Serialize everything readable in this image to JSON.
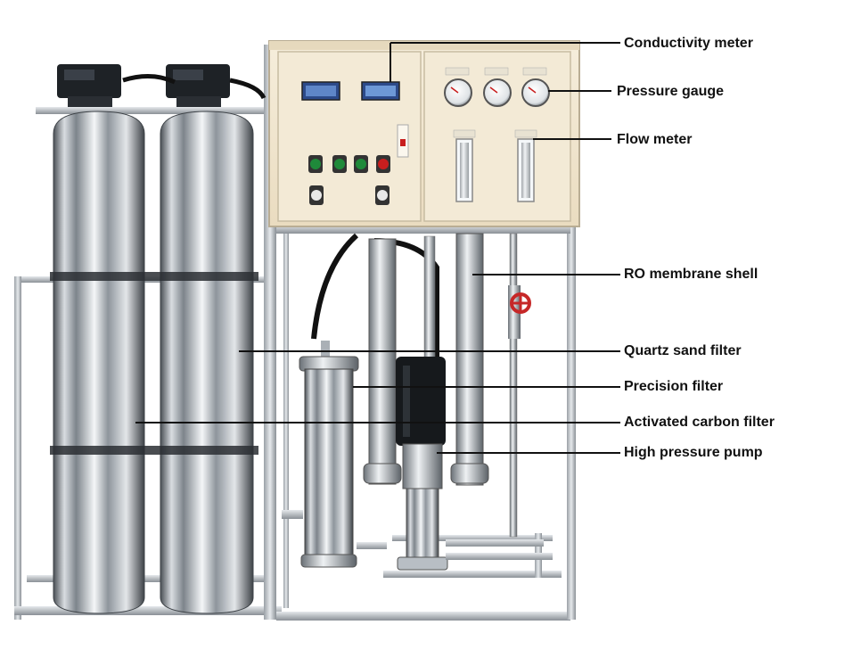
{
  "labels": {
    "conductivity_meter": "Conductivity meter",
    "pressure_gauge": "Pressure gauge",
    "flow_meter": "Flow meter",
    "ro_membrane_shell": "RO membrane shell",
    "quartz_sand_filter": "Quartz sand filter",
    "precision_filter": "Precision filter",
    "activated_carbon_filter": "Activated carbon filter",
    "high_pressure_pump": "High pressure pump"
  },
  "colors": {
    "cabinet": "#f1e6cf",
    "steel": "#bfc4c8",
    "button_green": "#1f8a3a",
    "button_red": "#c81e1e",
    "valve_red": "#c62828",
    "leader_line": "#111111"
  }
}
